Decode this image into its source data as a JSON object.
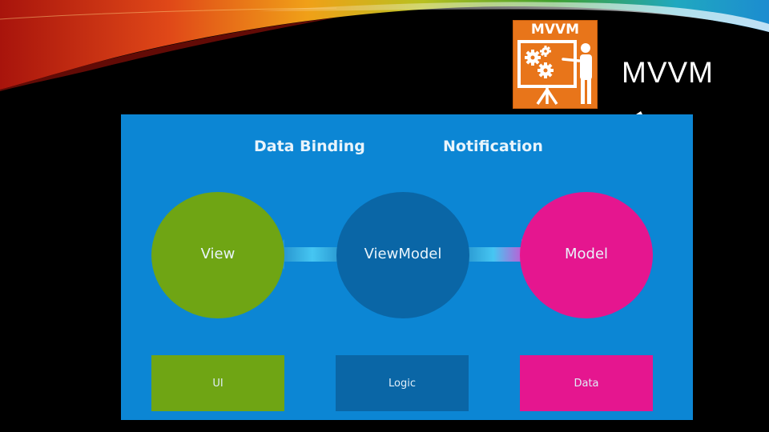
{
  "slide": {
    "title": "MVVM"
  },
  "logo": {
    "text": "MVVM",
    "icon": "presenter-with-gears-icon",
    "color": "#e8751a"
  },
  "diagram": {
    "headers": {
      "data_binding": "Data Binding",
      "notification": "Notification"
    },
    "nodes": [
      {
        "id": "view",
        "label": "View",
        "color": "#6fa514"
      },
      {
        "id": "viewmodel",
        "label": "ViewModel",
        "color": "#0a66a6"
      },
      {
        "id": "model",
        "label": "Model",
        "color": "#e5168f"
      }
    ],
    "boxes": [
      {
        "id": "ui",
        "label": "UI",
        "color": "#6fa514"
      },
      {
        "id": "logic",
        "label": "Logic",
        "color": "#0a66a6"
      },
      {
        "id": "data",
        "label": "Data",
        "color": "#e5168f"
      }
    ],
    "connections": [
      {
        "from": "View",
        "to": "ViewModel",
        "type": "double-arrow"
      },
      {
        "from": "ViewModel",
        "to": "Model",
        "type": "double-arrow"
      }
    ],
    "background": "#0c86d4"
  }
}
